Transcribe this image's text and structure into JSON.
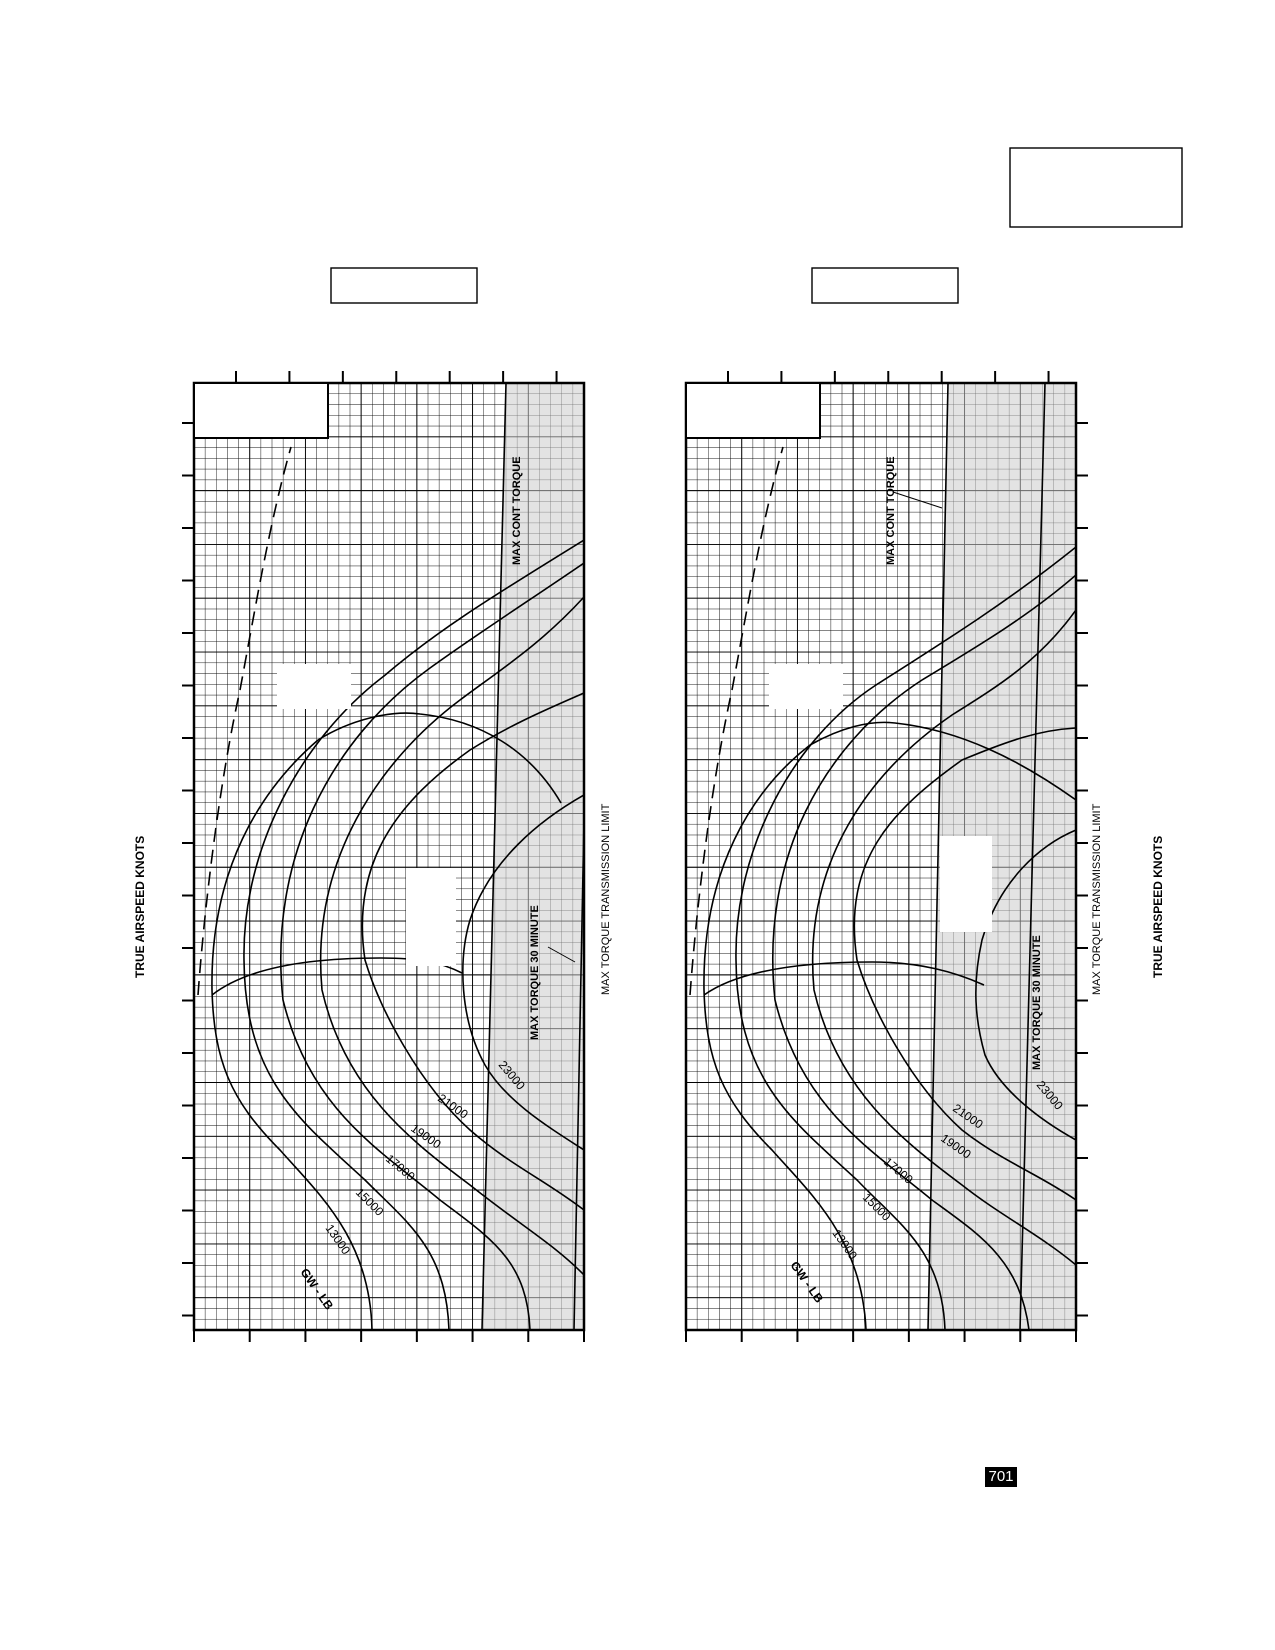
{
  "page_number": "701",
  "chart_data": [
    {
      "type": "line",
      "y_axis_label": "TRUE AIRSPEED  KNOTS",
      "gross_weight_label": "GW - LB",
      "series": [
        {
          "name": "13000"
        },
        {
          "name": "15000"
        },
        {
          "name": "17000"
        },
        {
          "name": "19000"
        },
        {
          "name": "21000"
        },
        {
          "name": "23000"
        }
      ],
      "annotations": {
        "max_cont_torque": "MAX CONT TORQUE",
        "max_torque_30_minute": "MAX TORQUE  30 MINUTE",
        "max_torque_transmission_limit": "MAX TORQUE  TRANSMISSION LIMIT"
      },
      "shaded_regions": [
        "above MAX CONT TORQUE limit"
      ],
      "grid": true
    },
    {
      "type": "line",
      "y_axis_label": "TRUE AIRSPEED  KNOTS",
      "gross_weight_label": "GW - LB",
      "series": [
        {
          "name": "13000"
        },
        {
          "name": "15000"
        },
        {
          "name": "17000"
        },
        {
          "name": "19000"
        },
        {
          "name": "21000"
        },
        {
          "name": "23000"
        }
      ],
      "annotations": {
        "max_cont_torque": "MAX CONT TORQUE",
        "max_torque_30_minute": "MAX TORQUE  30 MINUTE",
        "max_torque_transmission_limit": "MAX TORQUE  TRANSMISSION LIMIT"
      },
      "shaded_regions": [
        "above MAX CONT TORQUE limit"
      ],
      "grid": true
    }
  ]
}
